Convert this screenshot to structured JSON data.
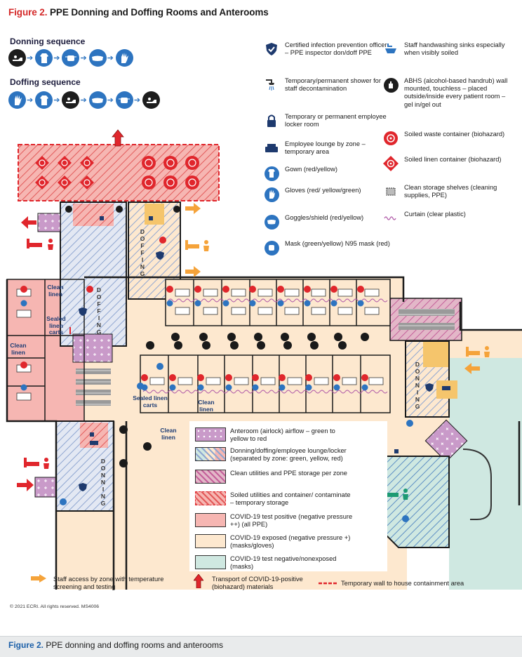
{
  "title": {
    "fig": "Figure 2.",
    "text": " PPE Donning and Doffing Rooms and Anterooms"
  },
  "donning_sequence": {
    "label": "Donning sequence",
    "icons": [
      "handwash-icon",
      "gown-icon",
      "mask-icon",
      "goggles-icon",
      "gloves-icon"
    ]
  },
  "doffing_sequence": {
    "label": "Doffing sequence",
    "icons": [
      "gloves-icon",
      "gown-icon",
      "handwash-icon",
      "goggles-icon",
      "mask-icon",
      "handwash-icon"
    ]
  },
  "icon_legend": [
    {
      "icon": "shield-icon",
      "text": "Certified infection prevention officer – PPE inspector don/doff PPE"
    },
    {
      "icon": "shower-icon",
      "text": "Temporary/permanent shower for staff decontamination"
    },
    {
      "icon": "lock-icon",
      "text": "Temporary or permanent employee locker room"
    },
    {
      "icon": "sofa-icon",
      "text": "Employee lounge by zone – temporary area"
    },
    {
      "icon": "gown-icon",
      "text": "Gown (red/yellow)"
    },
    {
      "icon": "gloves-icon",
      "text": "Gloves (red/ yellow/green)"
    },
    {
      "icon": "goggles-icon",
      "text": "Goggles/shield (red/yellow)"
    },
    {
      "icon": "mask-icon",
      "text": "Mask (green/yellow) N95 mask (red)"
    },
    {
      "icon": "sink-icon",
      "text": "Staff handwashing sinks especially when visibly soiled"
    },
    {
      "icon": "sanitizer-icon",
      "text": "ABHS (alcohol-based handrub) wall mounted, touchless – placed outside/inside every patient room – gel in/gel out"
    },
    {
      "icon": "biohazard-waste-icon",
      "text": "Soiled waste container (biohazard)"
    },
    {
      "icon": "biohazard-linen-icon",
      "text": "Soiled linen container (biohazard)"
    },
    {
      "icon": "shelves-icon",
      "text": "Clean storage shelves (cleaning supplies, PPE)"
    },
    {
      "icon": "curtain-icon",
      "text": "Curtain (clear plastic)"
    }
  ],
  "zone_legend": [
    {
      "text": "Anteroom (airlock) airflow – green to yellow to red"
    },
    {
      "text": "Donning/doffing/employee lounge/locker (separated by zone: green, yellow, red)"
    },
    {
      "text": "Clean utilities and PPE storage per zone"
    },
    {
      "text": "Soiled utilities and container/ contaminate – temporary storage"
    },
    {
      "text": "COVID-19 test positive (negative pressure ++) (all PPE)"
    },
    {
      "text": "COVID-19 exposed (negative pressure +) (masks/gloves)"
    },
    {
      "text": "COVID-19 test negative/nonexposed (masks)"
    }
  ],
  "bottom_legend": {
    "staff_access": "Staff access by zone with temperature screening and testing",
    "transport": "Transport of COVID-19-positive (biohazard) materials",
    "temp_wall": "Temporary wall to house containment area"
  },
  "plan_labels": {
    "doffing": "DOFFING",
    "donning": "DONNING",
    "clean_linen": "Clean linen",
    "sealed_linen_carts": "Sealed linen carts"
  },
  "colors": {
    "red_zone": "#f6b6b2",
    "yellow_zone": "#fde8cf",
    "green_zone": "#cfe8e1",
    "accent_red": "#e0262c",
    "accent_blue": "#2d74c0",
    "orange": "#f5a33a",
    "purple": "#c99ac9"
  },
  "copyright": "© 2021 ECRI. All rights reserved. MS4006",
  "caption": {
    "fig": "Figure 2.",
    "text": " PPE donning and doffing rooms and anterooms"
  }
}
